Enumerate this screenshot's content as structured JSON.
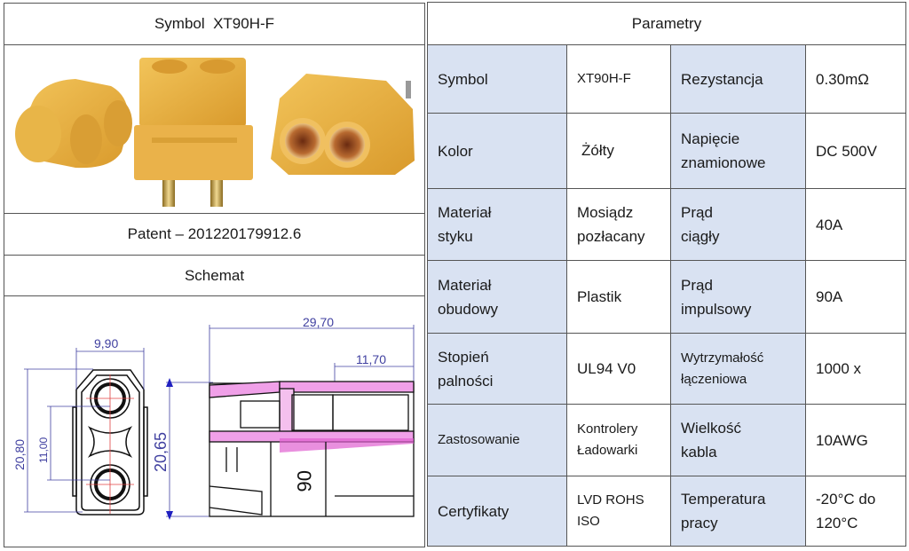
{
  "left_panel": {
    "header": "Symbol  XT90H-F",
    "photo_alt": "XT90H-F connector product photo",
    "patent": "Patent – 201220179912.6",
    "schematic_header": "Schemat",
    "dimensions": {
      "width_front": "9,90",
      "height_front_outer": "20,80",
      "pin_spacing": "11,00",
      "height_side": "20,65",
      "length_total": "29,70",
      "length_front": "11,70",
      "marking": "06"
    }
  },
  "right_panel": {
    "header": "Parametry",
    "rows": [
      {
        "label1": "Symbol",
        "value1": "XT90H-F",
        "label2": "Rezystancja",
        "value2": "0.30mΩ"
      },
      {
        "label1": "Kolor",
        "value1": "Żółty",
        "label2": "Napięcie\nznamionowe",
        "value2": "DC 500V"
      },
      {
        "label1": "Materiał\nstyku",
        "value1": "Mosiądz\npozłacany",
        "label2": "Prąd\nciągły",
        "value2": "40A"
      },
      {
        "label1": "Materiał\nobudowy",
        "value1": "Plastik",
        "label2": "Prąd\nimpulsowy",
        "value2": "90A"
      },
      {
        "label1": "Stopień\npalności",
        "value1": "UL94 V0",
        "label2": "Wytrzymałość\nłączeniowa",
        "value2": "1000 x"
      },
      {
        "label1": "Zastosowanie",
        "value1": "Kontrolery\nŁadowarki",
        "label2": "Wielkość\nkabla",
        "value2": "10AWG"
      },
      {
        "label1": "Certyfikaty",
        "value1": "LVD ROHS\nISO",
        "label2": "Temperatura\npracy",
        "value2": "-20°C do\n120°C"
      }
    ]
  },
  "colors": {
    "label_bg": "#d9e2f2",
    "border": "#555555",
    "connector_yellow": "#e8b040",
    "dimension_blue": "#3a3aa0",
    "section_pink": "#e060d0"
  }
}
